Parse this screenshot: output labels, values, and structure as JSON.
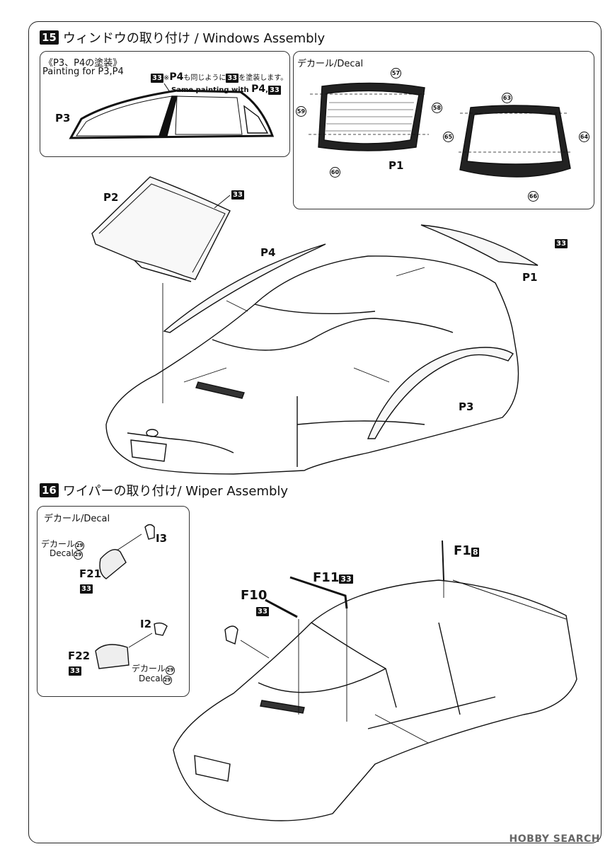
{
  "step15": {
    "num": "15",
    "title": "ウィンドウの取り付け / Windows Assembly",
    "painting": {
      "jp": "《P3、P4の塗装》",
      "en": "Painting for P3,P4",
      "note_code": "33",
      "note_jp_pre": "※",
      "note_part": "P4",
      "note_jp_mid": "も同じように",
      "note_jp_post": "を塗装します。",
      "note_en": "Same painting with",
      "note_en_part": "P4",
      "part_label": "P3"
    },
    "decal": {
      "title": "デカール/Decal",
      "p1_label": "P1",
      "decals": [
        "57",
        "58",
        "59",
        "60",
        "63",
        "64",
        "65",
        "66"
      ]
    },
    "parts": {
      "p1": "P1",
      "p1_code": "33",
      "p2": "P2",
      "p2_code": "33",
      "p3": "P3",
      "p4": "P4"
    }
  },
  "step16": {
    "num": "16",
    "title": "ワイパーの取り付け/ Wiper Assembly",
    "decal": {
      "title": "デカール/Decal",
      "decal_jp": "デカール",
      "decal_en": "Decal",
      "decal_num": "29",
      "i3": "I3",
      "i2": "I2",
      "f21": "F21",
      "f21_code": "33",
      "f22": "F22",
      "f22_code": "33"
    },
    "parts": {
      "f1": "F1",
      "f1_code": "8",
      "f11": "F11",
      "f11_code": "33",
      "f10": "F10",
      "f10_code": "33"
    }
  },
  "watermark": "HOBBY SEARCH"
}
